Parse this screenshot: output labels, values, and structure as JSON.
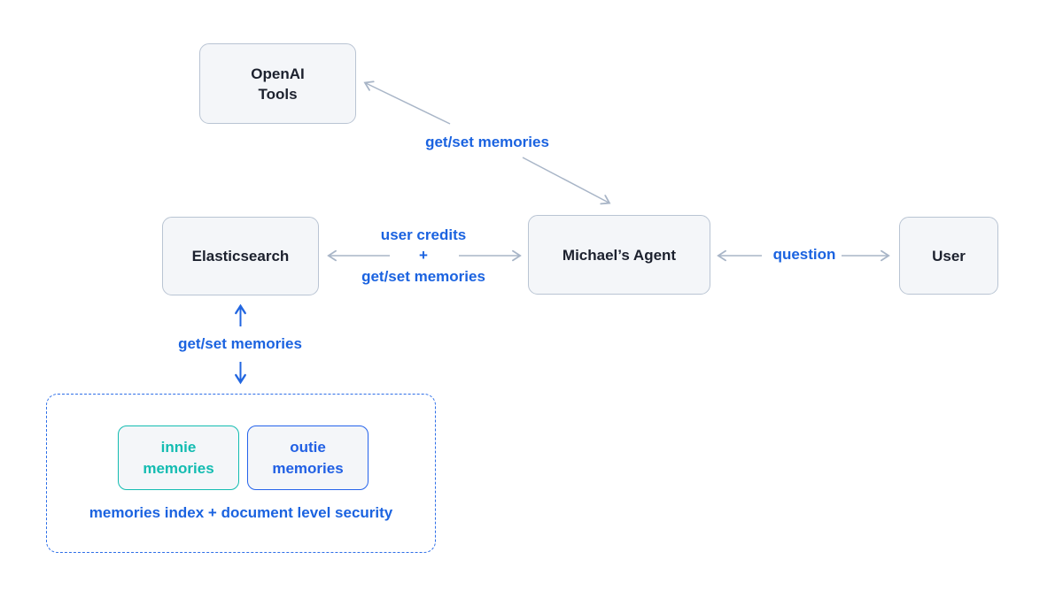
{
  "diagram": {
    "nodes": {
      "openai_tools": {
        "line1": "OpenAI",
        "line2": "Tools"
      },
      "elasticsearch": {
        "label": "Elasticsearch"
      },
      "michaels_agent": {
        "label": "Michael’s Agent"
      },
      "user": {
        "label": "User"
      },
      "innie_memories": {
        "line1": "innie",
        "line2": "memories"
      },
      "outie_memories": {
        "line1": "outie",
        "line2": "memories"
      }
    },
    "edges": {
      "openai_agent": {
        "label": "get/set memories",
        "direction": "bidirectional"
      },
      "elasticsearch_agent": {
        "label_line1": "user credits",
        "label_line2": "+",
        "label_line3": "get/set memories",
        "direction": "bidirectional"
      },
      "agent_user": {
        "label": "question",
        "direction": "bidirectional"
      },
      "elasticsearch_memories": {
        "label": "get/set memories",
        "direction": "bidirectional"
      }
    },
    "memories_group": {
      "caption": "memories index + document level security"
    },
    "colors": {
      "node_background": "#f4f6f9",
      "node_border": "#b9c4d3",
      "node_text": "#1c212e",
      "gray_arrow": "#a8b5c7",
      "blue_label": "#1b63e0",
      "blue_arrow": "#2266e0",
      "innie_teal": "#13bcb1",
      "outie_blue": "#2563eb",
      "dashed_border_blue": "#2e6fe8"
    }
  }
}
